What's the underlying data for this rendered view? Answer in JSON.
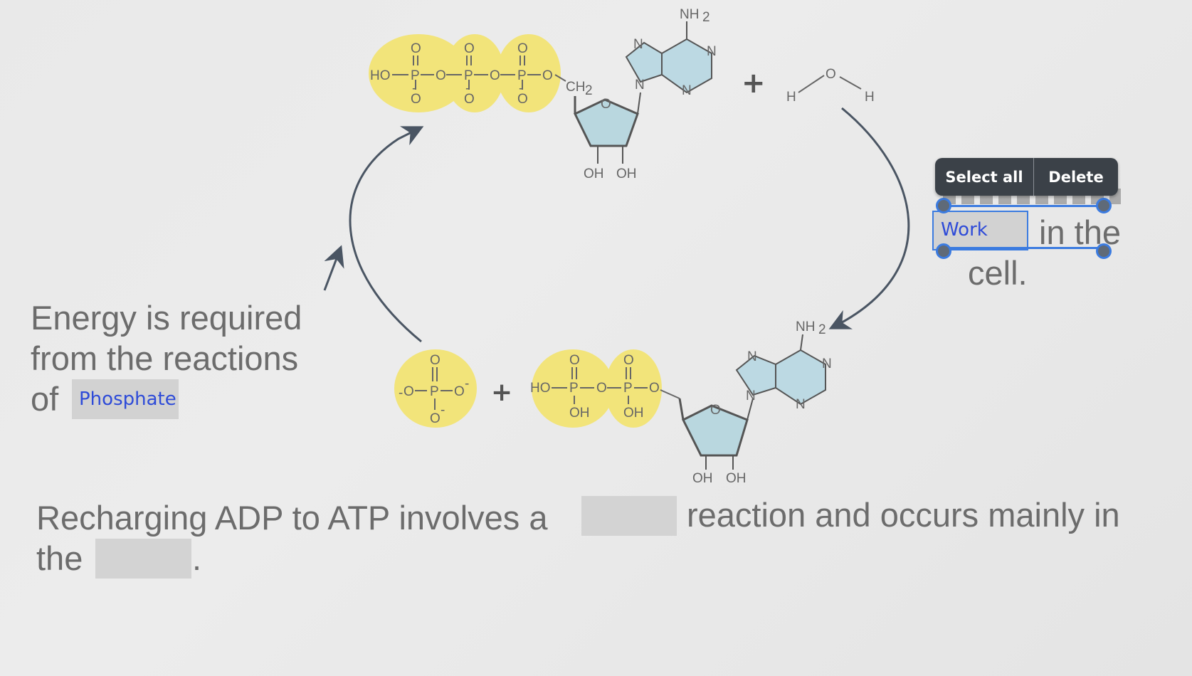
{
  "left_text": {
    "line1": "Energy is required",
    "line2": "from the reactions",
    "line3": "of"
  },
  "left_chip": "Phosphate",
  "bottom_text": {
    "part1": "Recharging ADP to ATP involves a",
    "part2": "reaction and occurs mainly in",
    "part3": "the",
    "end": "."
  },
  "right_text": {
    "line_in": "in the",
    "line_cell": "cell."
  },
  "selected_chip": "Work",
  "toolbar": {
    "select_all": "Select all",
    "delete": "Delete"
  },
  "colors": {
    "phosphate_highlight": "#f2e47a",
    "sugar": "#b9d7df",
    "base": "#bcd9e3",
    "arrow": "#4a5563",
    "selection": "#3b7be0",
    "chip_text": "#2e4bd8"
  },
  "molecules": {
    "atp": {
      "phosphate_chain": [
        "HO",
        "P",
        "O",
        "P",
        "O",
        "P",
        "O"
      ],
      "oxygen_label": "O",
      "o_minus": "O",
      "minus": "-",
      "ch2": "CH",
      "ch2_sub": "2",
      "ring_oxygen": "O",
      "hydroxyls": [
        "OH",
        "OH"
      ],
      "amine": "NH",
      "amine_sub": "2",
      "ring_nitrogen": "N"
    },
    "water": {
      "h": "H",
      "o": "O"
    },
    "free_phosphate": {
      "o_minus_left": "O",
      "p": "P",
      "o_minus_right": "O",
      "o_top": "O",
      "o_bottom": "O",
      "minus": "-"
    },
    "adp": {
      "chain": [
        "HO",
        "P",
        "O",
        "P",
        "O"
      ],
      "oxygen_label": "O",
      "oh": "OH",
      "ring_oxygen": "O",
      "hydroxyls": [
        "OH",
        "OH"
      ],
      "amine": "NH",
      "amine_sub": "2",
      "ring_nitrogen": "N"
    },
    "plus": "+"
  }
}
